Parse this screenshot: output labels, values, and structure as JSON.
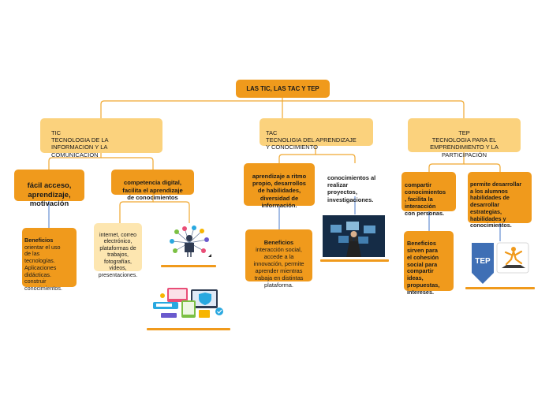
{
  "root": {
    "label": "LAS TIC, LAS TAC Y TEP"
  },
  "branches": {
    "tic": {
      "label": "TIC\n       TECNOLOGIA DE LA\n       INFORMACION Y LA\n       COMUNICACION"
    },
    "tac": {
      "label": "TAC\nTECNOLIGIA DEL APRENDIZAJE\nY CONOCIMIENTO"
    },
    "tep": {
      "label": "TEP\nTECNOLOGIA PARA EL\nEMPRENDIMIENTO Y LA\nPARTICIPACIÓN"
    }
  },
  "tic": {
    "facil": "fácil acceso,\naprendizaje,\nmotivación",
    "competencia": "competencia digital,\nfacilita el aprendizaje\nde conocimientos",
    "beneficios_title": "Beneficios",
    "beneficios_text": "orientar el uso\nde las\ntecnologías.\nAplicaciones\ndidácticas.\nconstruir\nconocimientos.",
    "internet": "internet, correo\nelectrónico,\nplataformas de\ntrabajos,\nfotografías,\nvideos,\npresentaciones."
  },
  "tac": {
    "aprendizaje": "aprendizaje a ritmo\npropio, desarrollos\nde habilidades,\ndiversidad de\ninformación.",
    "conocimientos": "conocimientos al\nrealizar\nproyectos,\ninvestigaciones.",
    "beneficios_title": "Beneficios",
    "beneficios_text": "interacción social,\naccede a la\ninnovación, permite\naprender mientras\ntrabaja en distintas\nplataforma."
  },
  "tep": {
    "compartir": "compartir\nconocimientos\n, facilita la\ninteracción\ncon personas.",
    "permite": "permite desarrollar\na los alumnos\nhabilidades de\ndesarrollar\nestrategias,\nhabilidades y\nconocimientos.",
    "beneficios": "Beneficios\nsirven para\nel cohesión\nsocial para\ncompartir\nideas,\npropuestas,\nintereses.",
    "badge": "TEP"
  },
  "colors": {
    "dark": "#f09a1c",
    "light": "#fbd27d",
    "pale": "#fde6b0",
    "connector": "#f0a830",
    "leaf_connector": "#4a78c8"
  }
}
